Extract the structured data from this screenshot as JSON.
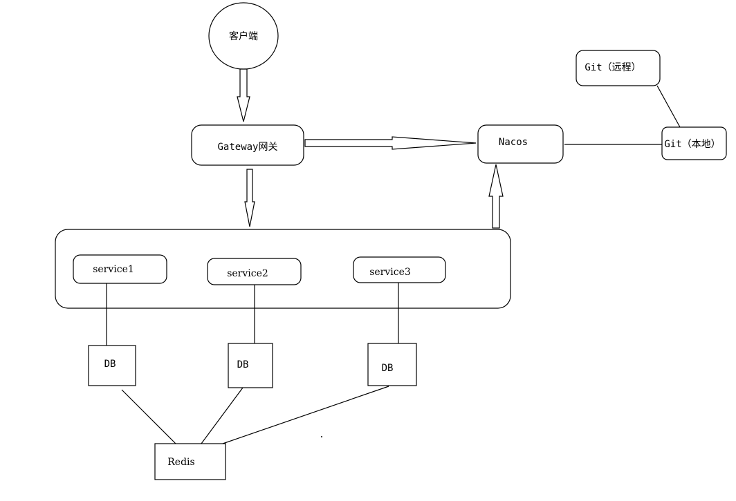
{
  "nodes": {
    "client": "客户端",
    "gateway": "Gateway网关",
    "nacos": "Nacos",
    "git_remote": "Git（远程）",
    "git_local": "Git（本地）",
    "service1": "service1",
    "service2": "service2",
    "service3": "service3",
    "db1": "DB",
    "db2": "DB",
    "db3": "DB",
    "redis": "Redis"
  },
  "edges": [
    {
      "from": "client",
      "to": "gateway",
      "style": "hollow-arrow"
    },
    {
      "from": "gateway",
      "to": "services-group",
      "style": "hollow-arrow"
    },
    {
      "from": "gateway",
      "to": "nacos",
      "style": "hollow-arrow"
    },
    {
      "from": "services-group",
      "to": "nacos",
      "style": "hollow-arrow"
    },
    {
      "from": "nacos",
      "to": "git_local",
      "style": "line"
    },
    {
      "from": "git_remote",
      "to": "git_local",
      "style": "line"
    },
    {
      "from": "service1",
      "to": "db1",
      "style": "line"
    },
    {
      "from": "service2",
      "to": "db2",
      "style": "line"
    },
    {
      "from": "service3",
      "to": "db3",
      "style": "line"
    },
    {
      "from": "db1",
      "to": "redis",
      "style": "line"
    },
    {
      "from": "db2",
      "to": "redis",
      "style": "line"
    },
    {
      "from": "db3",
      "to": "redis",
      "style": "line"
    }
  ],
  "colors": {
    "stroke": "#000000",
    "background": "#ffffff"
  }
}
